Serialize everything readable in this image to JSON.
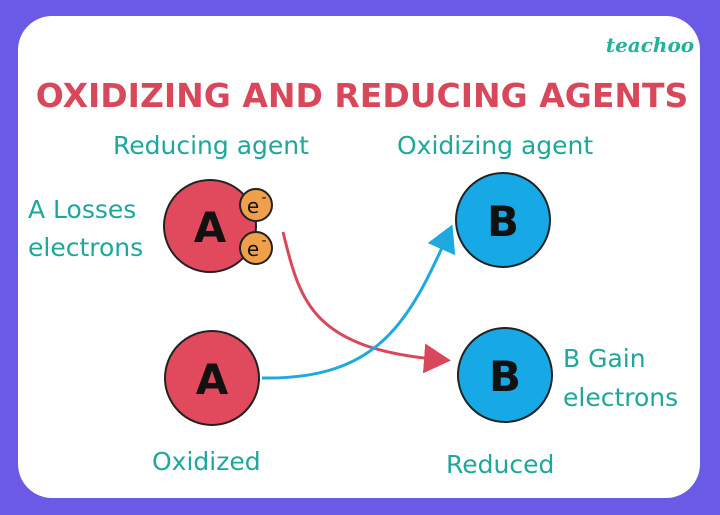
{
  "logo": "teachoo",
  "title": "OXIDIZING AND REDUCING AGENTS",
  "labels": {
    "reducing_agent": "Reducing agent",
    "oxidizing_agent": "Oxidizing agent",
    "a_loses_1": "A Losses",
    "a_loses_2": "electrons",
    "b_gain_1": "B Gain",
    "b_gain_2": "electrons",
    "oxidized": "Oxidized",
    "reduced": "Reduced"
  },
  "atoms": {
    "a": "A",
    "b": "B",
    "electron": "e",
    "electron_charge": "-"
  },
  "colors": {
    "frame": "#6a5ae6",
    "title": "#d9485a",
    "label": "#1ea79b",
    "atom_a": "#e04a5c",
    "atom_b": "#16a9e6",
    "electron": "#f0a04a",
    "arrow_red": "#d9485a",
    "arrow_blue": "#1ea9e0"
  }
}
